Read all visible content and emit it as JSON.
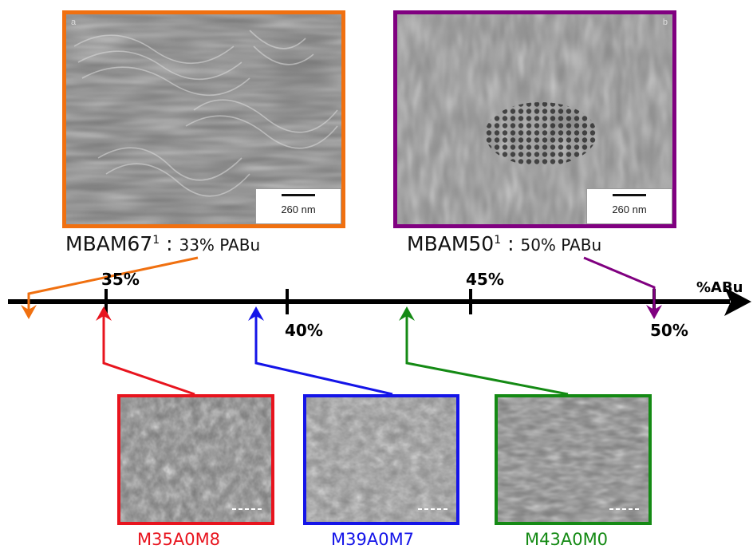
{
  "top_images": [
    {
      "corner": "a",
      "scale": "260 nm",
      "sample": "MBAM67",
      "sup": "1",
      "sep": " : ",
      "fraction": "33% PABu",
      "border_color": "#f07010"
    },
    {
      "corner": "b",
      "scale": "260 nm",
      "sample": "MBAM50",
      "sup": "1",
      "sep": " : ",
      "fraction": "50% PABu",
      "border_color": "#800080"
    }
  ],
  "axis": {
    "title": "%ABu",
    "ticks": [
      "35%",
      "40%",
      "45%",
      "50%"
    ]
  },
  "bottom_images": [
    {
      "label": "M35A0M8",
      "color": "#e8141e"
    },
    {
      "label": "M39A0M7",
      "color": "#1414e8"
    },
    {
      "label": "M43A0M0",
      "color": "#148a14"
    }
  ]
}
